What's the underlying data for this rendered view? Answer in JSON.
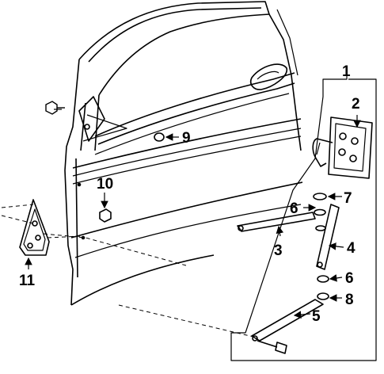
{
  "diagram": {
    "callouts": [
      {
        "id": "c1",
        "label": "1"
      },
      {
        "id": "c2",
        "label": "2"
      },
      {
        "id": "c3",
        "label": "3"
      },
      {
        "id": "c4",
        "label": "4"
      },
      {
        "id": "c5",
        "label": "5"
      },
      {
        "id": "c6a",
        "label": "6"
      },
      {
        "id": "c6b",
        "label": "6"
      },
      {
        "id": "c7",
        "label": "7"
      },
      {
        "id": "c8",
        "label": "8"
      },
      {
        "id": "c9",
        "label": "9"
      },
      {
        "id": "c10",
        "label": "10"
      },
      {
        "id": "c11",
        "label": "11"
      }
    ]
  }
}
